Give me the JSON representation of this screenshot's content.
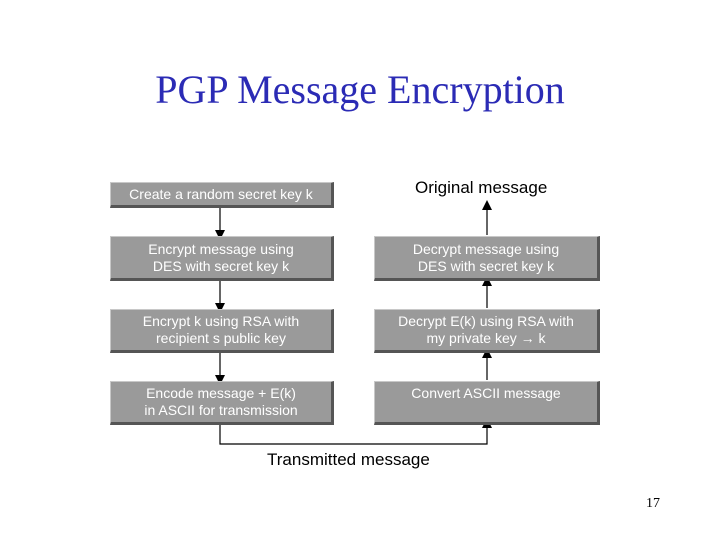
{
  "title": "PGP Message Encryption",
  "page_number": "17",
  "left_column": [
    {
      "lines": [
        "Create a random secret key k"
      ]
    },
    {
      "lines": [
        "Encrypt message using",
        "DES with secret key k"
      ]
    },
    {
      "lines": [
        "Encrypt k using RSA with",
        "recipient s public key"
      ]
    },
    {
      "lines": [
        "Encode message + E(k)",
        "in ASCII for transmission"
      ]
    }
  ],
  "right_column": [
    {
      "lines": [
        "Decrypt message using",
        "DES with secret key k"
      ]
    },
    {
      "lines": [
        "Decrypt E(k) using RSA with",
        "my private key → k"
      ]
    },
    {
      "lines": [
        "Convert ASCII message"
      ]
    }
  ],
  "labels": {
    "original_message": "Original message",
    "transmitted_message": "Transmitted message"
  },
  "colors": {
    "title": "#2b2bb5",
    "box_fill": "#9a9a9a",
    "box_shadow": "#555555",
    "box_text": "#ffffff"
  }
}
